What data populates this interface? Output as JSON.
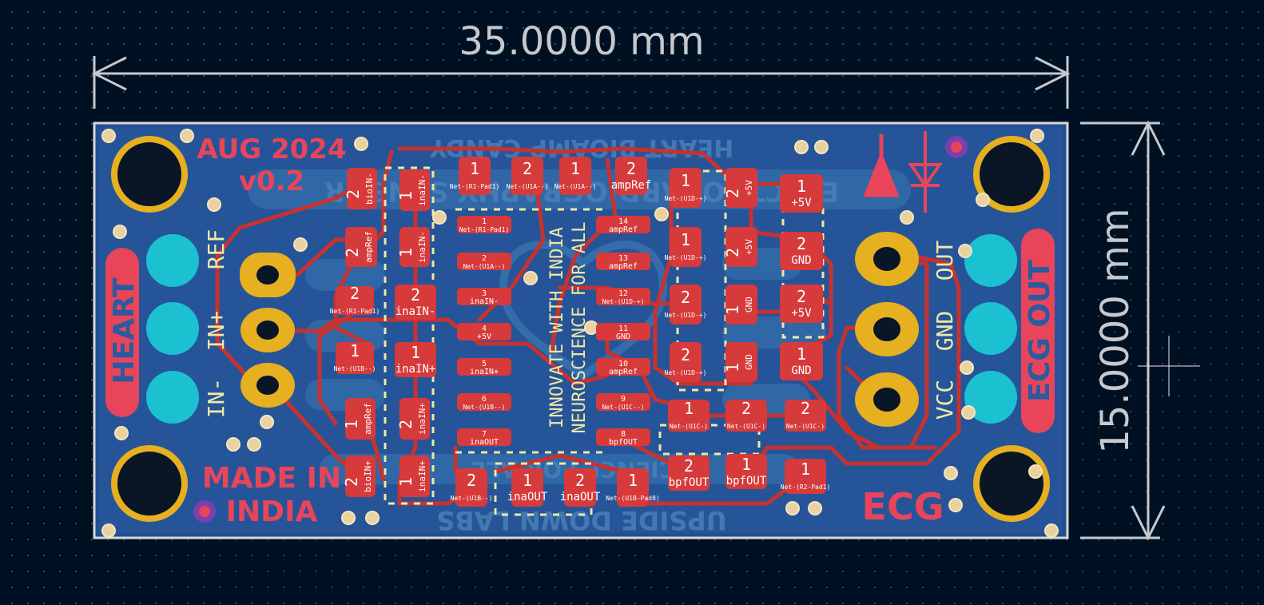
{
  "dimensions": {
    "width_label": "35.0000 mm",
    "height_label": "15.0000 mm"
  },
  "silkscreen": {
    "date": "AUG 2024",
    "version": "v0.2",
    "made_in_line1": "MADE IN",
    "made_in_line2": "INDIA",
    "heart": "HEART",
    "ecg_out": "ECG OUT",
    "ecg": "ECG",
    "in_minus": "IN-",
    "in_plus": "IN+",
    "ref": "REF",
    "vcc": "VCC",
    "gnd": "GND",
    "out": "OUT",
    "center_line1": "INNOVATE WITH INDIA",
    "center_line2": "NEUROSCIENCE FOR ALL"
  },
  "back_silkscreen": {
    "title": "HEART BIOAMP CANDY",
    "subtitle": "ELECTROCARDIOGRAPHY SENSOR",
    "brand": "UPSIDE DOWN LABS",
    "science": "SCIENCE FOR ALL"
  },
  "pads": [
    {
      "num": "2",
      "net": "bioIN-"
    },
    {
      "num": "1",
      "net": "inaIN-"
    },
    {
      "num": "1",
      "net": "Net-(R1-Pad1)"
    },
    {
      "num": "2",
      "net": "Net-(U1A--)"
    },
    {
      "num": "1",
      "net": "Net-(U1A--)"
    },
    {
      "num": "2",
      "net": "ampRef"
    },
    {
      "num": "1",
      "net": "Net-(U1D-+)"
    },
    {
      "num": "2",
      "net": "+5V"
    },
    {
      "num": "1",
      "net": "+5V"
    },
    {
      "num": "2",
      "net": "ampRef"
    },
    {
      "num": "1",
      "net": "inaIN-"
    },
    {
      "num": "1",
      "net": "Net-(U1D-+)"
    },
    {
      "num": "2",
      "net": "+5V"
    },
    {
      "num": "2",
      "net": "GND"
    },
    {
      "num": "2",
      "net": "Net-(R1-Pad1)"
    },
    {
      "num": "2",
      "net": "inaIN-"
    },
    {
      "num": "2",
      "net": "Net-(U1D-+)"
    },
    {
      "num": "1",
      "net": "GND"
    },
    {
      "num": "2",
      "net": "+5V"
    },
    {
      "num": "1",
      "net": "Net-(U1B--)"
    },
    {
      "num": "1",
      "net": "inaIN+"
    },
    {
      "num": "2",
      "net": "Net-(U1D-+)"
    },
    {
      "num": "1",
      "net": "GND"
    },
    {
      "num": "1",
      "net": "GND"
    },
    {
      "num": "1",
      "net": "ampRef"
    },
    {
      "num": "2",
      "net": "inaIN+"
    },
    {
      "num": "1",
      "net": "Net-(U1C-)"
    },
    {
      "num": "2",
      "net": "Net-(U1C-)"
    },
    {
      "num": "2",
      "net": "Net-(U1C-)"
    },
    {
      "num": "2",
      "net": "bioIN+"
    },
    {
      "num": "1",
      "net": "inaIN+"
    },
    {
      "num": "2",
      "net": "Net-(U1B--)"
    },
    {
      "num": "1",
      "net": "inaOUT"
    },
    {
      "num": "2",
      "net": "inaOUT"
    },
    {
      "num": "1",
      "net": "Net-(U1B-Pad8)"
    },
    {
      "num": "2",
      "net": "bpfOUT"
    },
    {
      "num": "1",
      "net": "bpfOUT"
    },
    {
      "num": "1",
      "net": "Net-(R2-Pad1)"
    }
  ],
  "ic_pins": [
    {
      "num": "1",
      "net": "Net-(R1-Pad1)"
    },
    {
      "num": "2",
      "net": "Net-(U1A--)"
    },
    {
      "num": "3",
      "net": "inaIN-"
    },
    {
      "num": "4",
      "net": "+5V"
    },
    {
      "num": "5",
      "net": "inaIN+"
    },
    {
      "num": "6",
      "net": "Net-(U1B--)"
    },
    {
      "num": "7",
      "net": "inaOUT"
    },
    {
      "num": "14",
      "net": "ampRef"
    },
    {
      "num": "13",
      "net": "ampRef"
    },
    {
      "num": "12",
      "net": "Net-(U1D-+)"
    },
    {
      "num": "11",
      "net": "GND"
    },
    {
      "num": "10",
      "net": "ampRef"
    },
    {
      "num": "9",
      "net": "Net-(U1C--)"
    },
    {
      "num": "8",
      "net": "bpfOUT"
    }
  ]
}
